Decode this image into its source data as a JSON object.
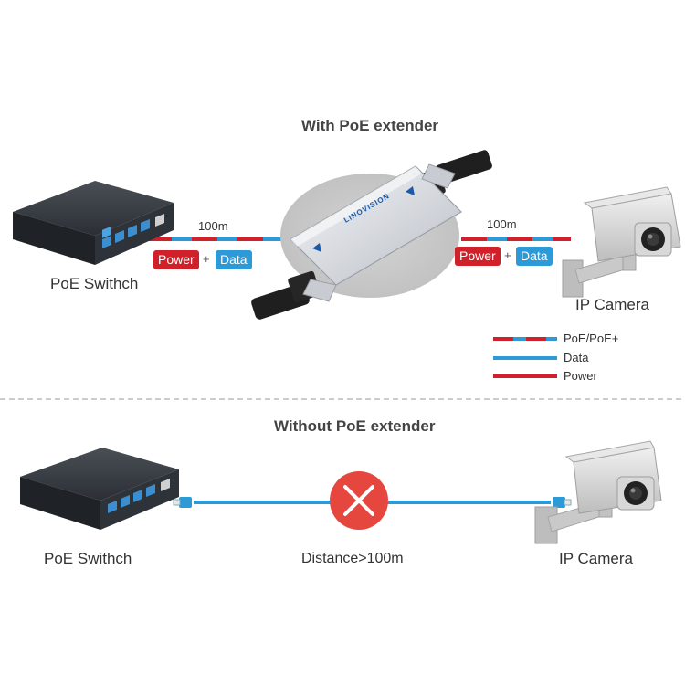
{
  "top": {
    "title": "With PoE extender",
    "left_length": "100m",
    "right_length": "100m",
    "power_label": "Power",
    "plus_label": "+",
    "data_label": "Data",
    "switch_label": "PoE Swithch",
    "camera_label": "IP Camera",
    "extender_brand": "LINOVISION"
  },
  "legend": {
    "items": [
      {
        "label": "PoE/PoE+"
      },
      {
        "label": "Data"
      },
      {
        "label": "Power"
      }
    ]
  },
  "bottom": {
    "title": "Without PoE extender",
    "switch_label": "PoE Swithch",
    "distance_label": "Distance>100m",
    "camera_label": "IP Camera"
  },
  "colors": {
    "data_blue": "#2c9ad6",
    "power_red": "#d0202a",
    "error_red": "#e5473f",
    "divider": "#bbbbbb"
  }
}
